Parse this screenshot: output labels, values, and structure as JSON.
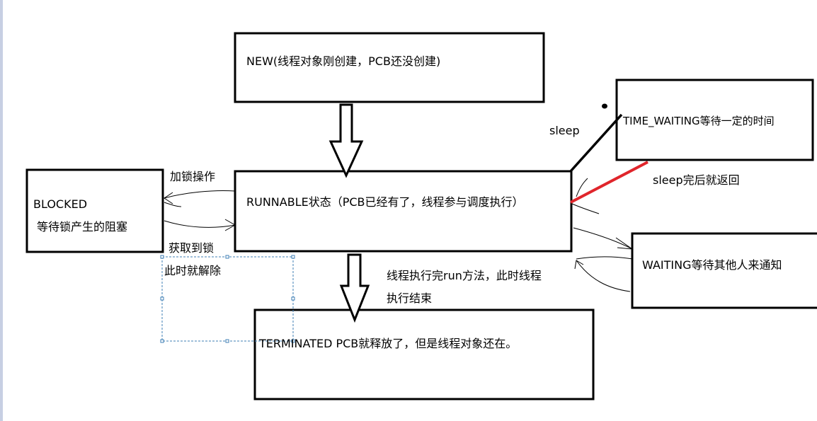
{
  "states": {
    "new": "NEW(线程对象刚创建，PCB还没创建)",
    "runnable": "RUNNABLE状态（PCB已经有了，线程参与调度执行）",
    "blocked_line1": "BLOCKED",
    "blocked_line2": "等待锁产生的阻塞",
    "time_waiting": "TIME_WAITING等待一定的时间",
    "waiting": "WAITING等待其他人来通知",
    "terminated": "TERMINATED   PCB就释放了，但是线程对象还在。"
  },
  "transitions": {
    "lock": "加锁操作",
    "acquire_line1": "获取到锁",
    "acquire_line2": "此时就解除",
    "sleep": "sleep",
    "sleep_return": "sleep完后就返回",
    "finish_line1": "线程执行完run方法，此时线程",
    "finish_line2": "执行结束"
  },
  "colors": {
    "sleep_return_line": "#e0252b",
    "selection_box": "#3f7fb6"
  }
}
